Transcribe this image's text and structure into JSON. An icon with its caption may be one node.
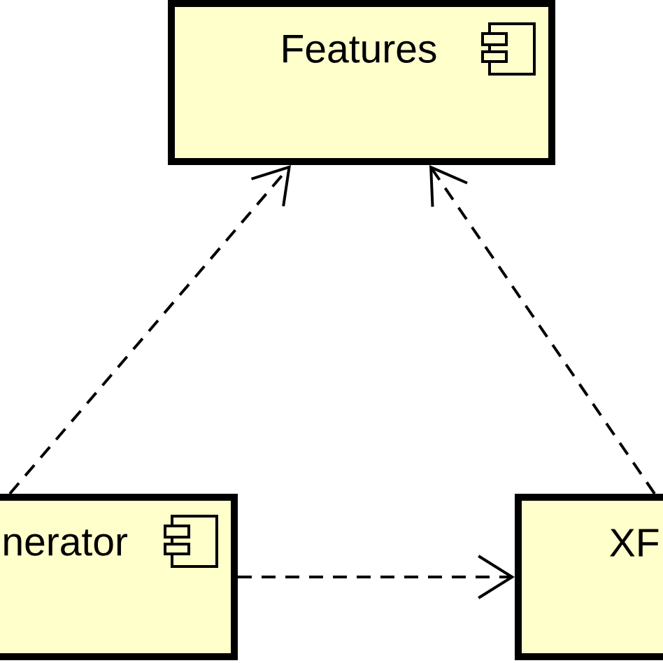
{
  "diagram": {
    "nodes": [
      {
        "text": [
          "Features"
        ]
      },
      {
        "text": [
          "nerator"
        ]
      },
      {
        "text": [
          "XF"
        ]
      }
    ],
    "edges": [
      {
        "from": 1,
        "to": 0,
        "arrow": "to",
        "style": "dashed"
      },
      {
        "from": 2,
        "to": 0,
        "arrow": "to",
        "style": "dashed"
      },
      {
        "from": 1,
        "to": 2,
        "arrow": "to",
        "style": "dashed"
      }
    ]
  }
}
